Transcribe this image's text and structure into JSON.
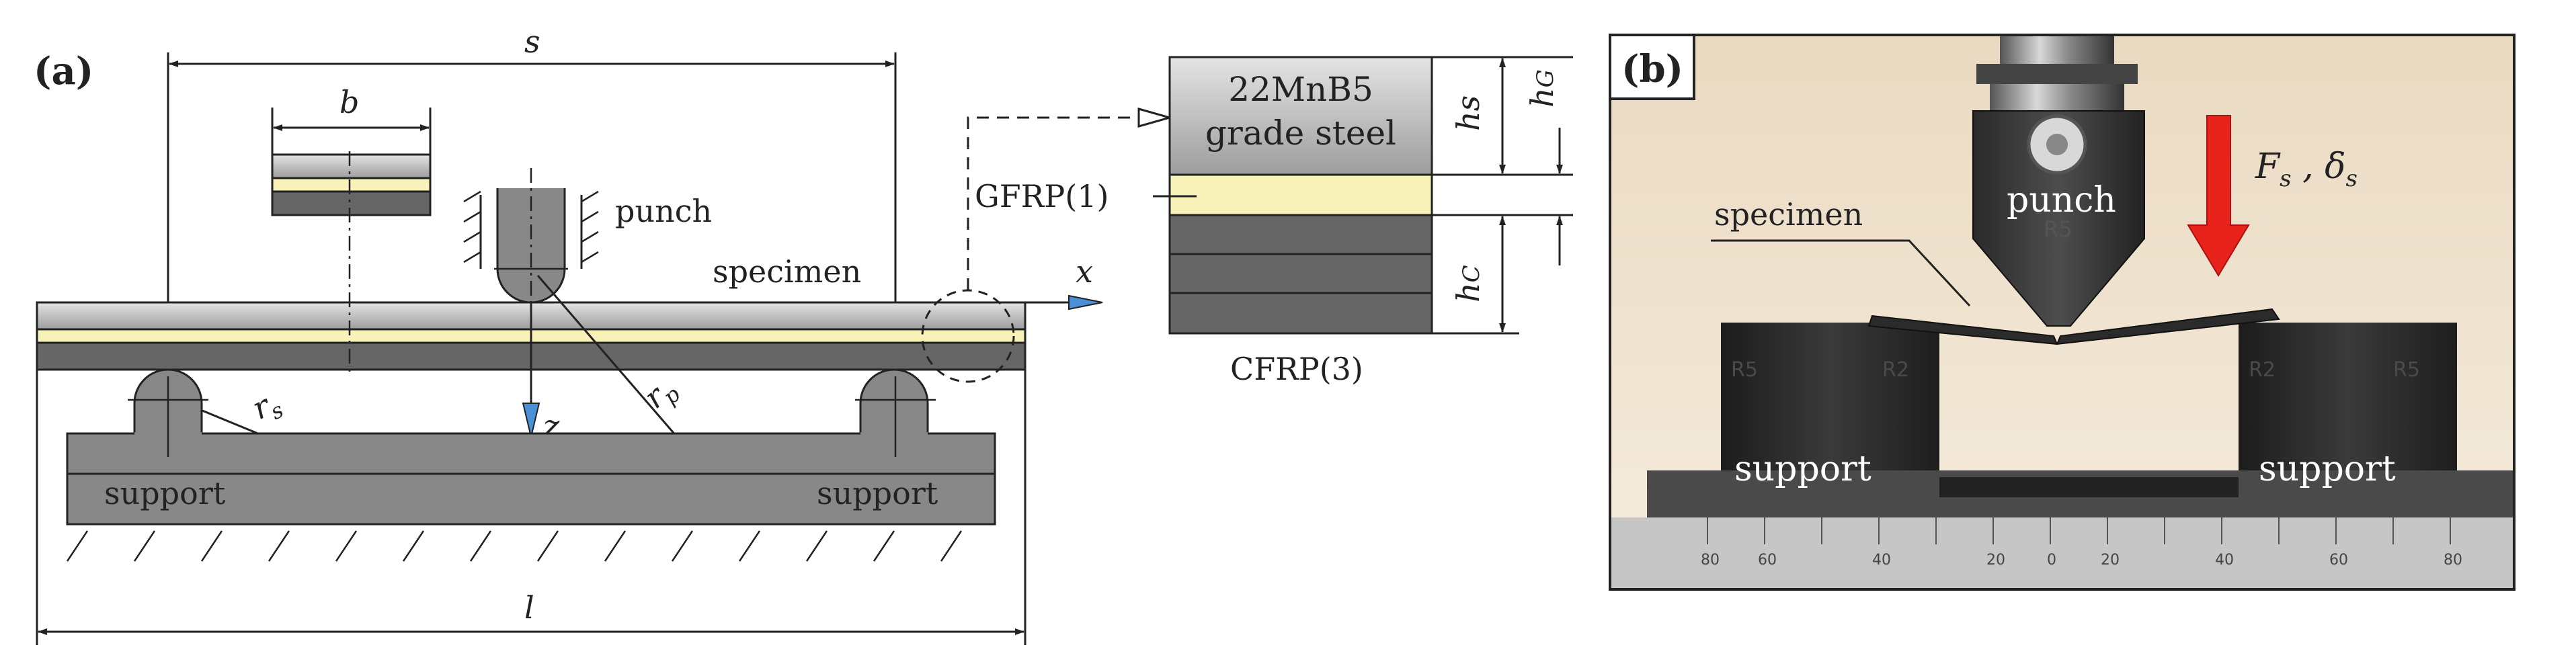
{
  "panel_a": {
    "tag": "(a)",
    "dims": {
      "span": "s",
      "width": "b",
      "length": "l"
    },
    "labels": {
      "punch": "punch",
      "specimen": "specimen",
      "support_left": "support",
      "support_right": "support",
      "axis_x": "x",
      "axis_z": "z",
      "radius_support_main": "r",
      "radius_support_sub": "s",
      "radius_punch_main": "r",
      "radius_punch_sub": "p"
    }
  },
  "detail": {
    "steel_line1": "22MnB5",
    "steel_line2": "grade steel",
    "gfrp": "GFRP(1)",
    "cfrp": "CFRP(3)",
    "dim_steel_main": "h",
    "dim_steel_sub": "s",
    "dim_gfrp_main": "h",
    "dim_gfrp_sub": "G",
    "dim_cfrp_main": "h",
    "dim_cfrp_sub": "C"
  },
  "panel_b": {
    "tag": "(b)",
    "punch": "punch",
    "specimen": "specimen",
    "support_left": "support",
    "support_right": "support",
    "force_main": "F",
    "force_sub": "s",
    "sep": " , ",
    "disp_main": "δ",
    "disp_sub": "s",
    "punch_mark": "R5",
    "support_marks": [
      "R5",
      "R2",
      "R2",
      "R5"
    ],
    "ruler_ticks": [
      "80",
      "60",
      "40",
      "20",
      "0",
      "20",
      "40",
      "60",
      "80"
    ]
  },
  "colors": {
    "steel": "#bdbdbd",
    "gfrp": "#f8f1b8",
    "cfrp": "#666666",
    "support": "#777777",
    "arrow_red": "#e8231c",
    "axis_blue": "#4a90d9"
  }
}
